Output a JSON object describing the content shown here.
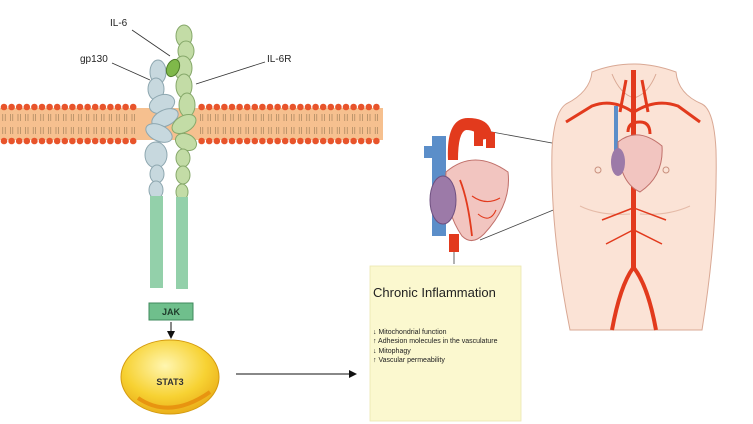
{
  "labels": {
    "il6": "IL-6",
    "gp130": "gp130",
    "il6r": "IL-6R",
    "jak": "JAK",
    "stat3": "STAT3"
  },
  "panel": {
    "title": "Chronic Inflammation",
    "effects": [
      "↓ Mitochondrial function",
      "↑ Adhesion molecules in the vasculature",
      "↓ Mitophagy",
      "↑ Vascular permeability"
    ]
  },
  "colors": {
    "membrane": "#f6c08f",
    "lipid_head": "#e8542b",
    "gp130": "#c7d8de",
    "il6r": "#b8d49a",
    "il6": "#7fb84a",
    "tail": "#93d0aa",
    "jak_box": "#6fbf8c",
    "stat3": "#f7d233",
    "panel_bg": "#fbf8cf",
    "artery": "#e23a1d",
    "vein": "#5b8ec9",
    "skin": "#fbe3d6"
  }
}
